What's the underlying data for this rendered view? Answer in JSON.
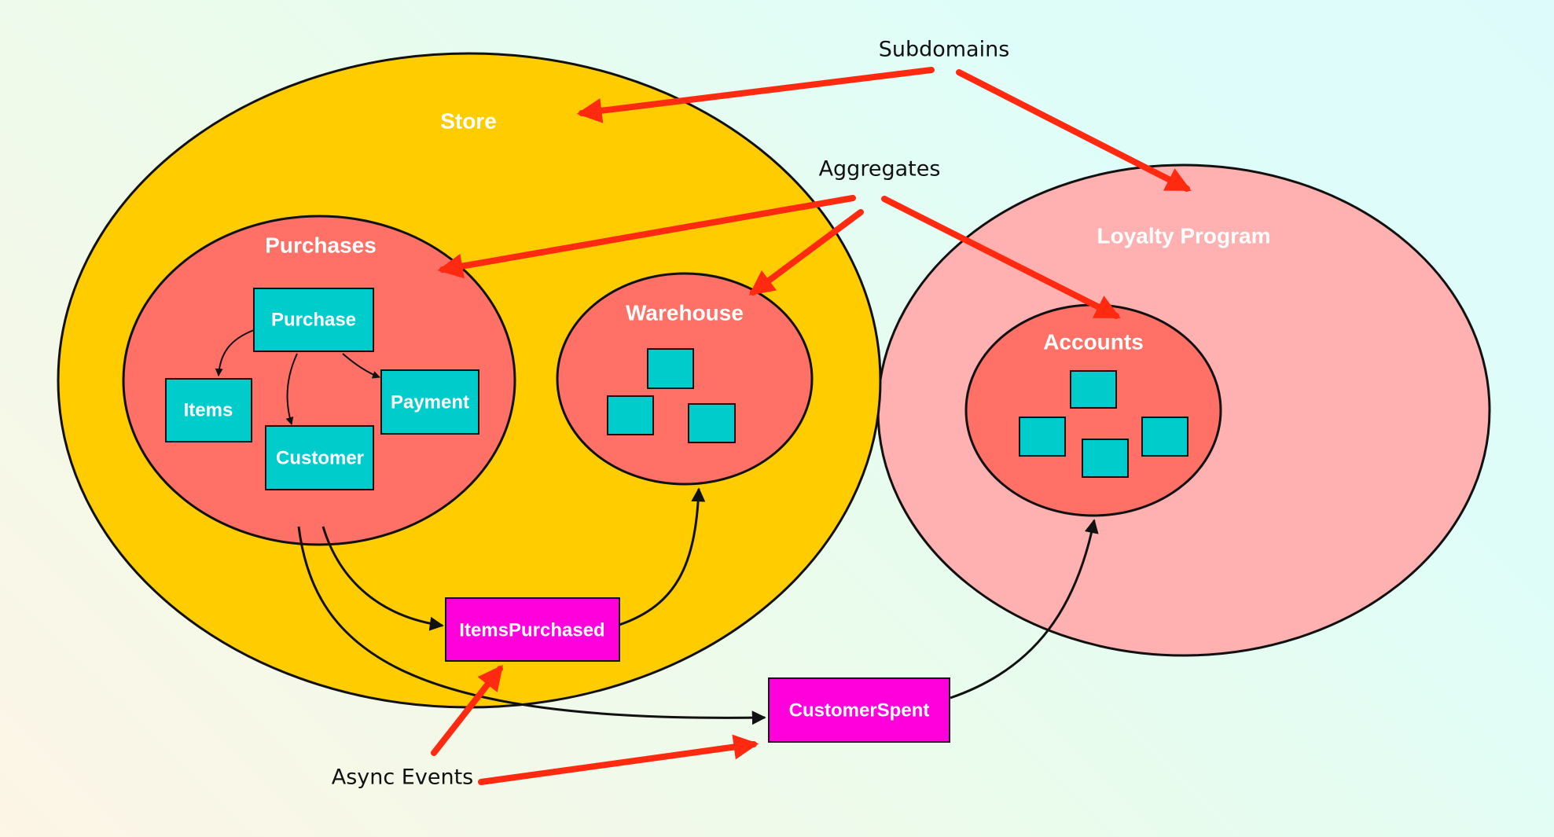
{
  "colors": {
    "subdomain_store": "#ffcc00",
    "subdomain_loyalty": "#ffb0b0",
    "aggregate": "#ff7066",
    "entity": "#00cccc",
    "event": "#ff00dd",
    "callout_arrow": "#ff2a10",
    "outline": "#111111"
  },
  "annotations": {
    "subdomains": "Subdomains",
    "aggregates": "Aggregates",
    "async_events": "Async Events"
  },
  "subdomains": {
    "store": "Store",
    "loyalty_program": "Loyalty Program"
  },
  "aggregates": {
    "purchases": "Purchases",
    "warehouse": "Warehouse",
    "accounts": "Accounts"
  },
  "entities": {
    "purchase": "Purchase",
    "items": "Items",
    "payment": "Payment",
    "customer": "Customer"
  },
  "events": {
    "items_purchased": "ItemsPurchased",
    "customer_spent": "CustomerSpent"
  }
}
